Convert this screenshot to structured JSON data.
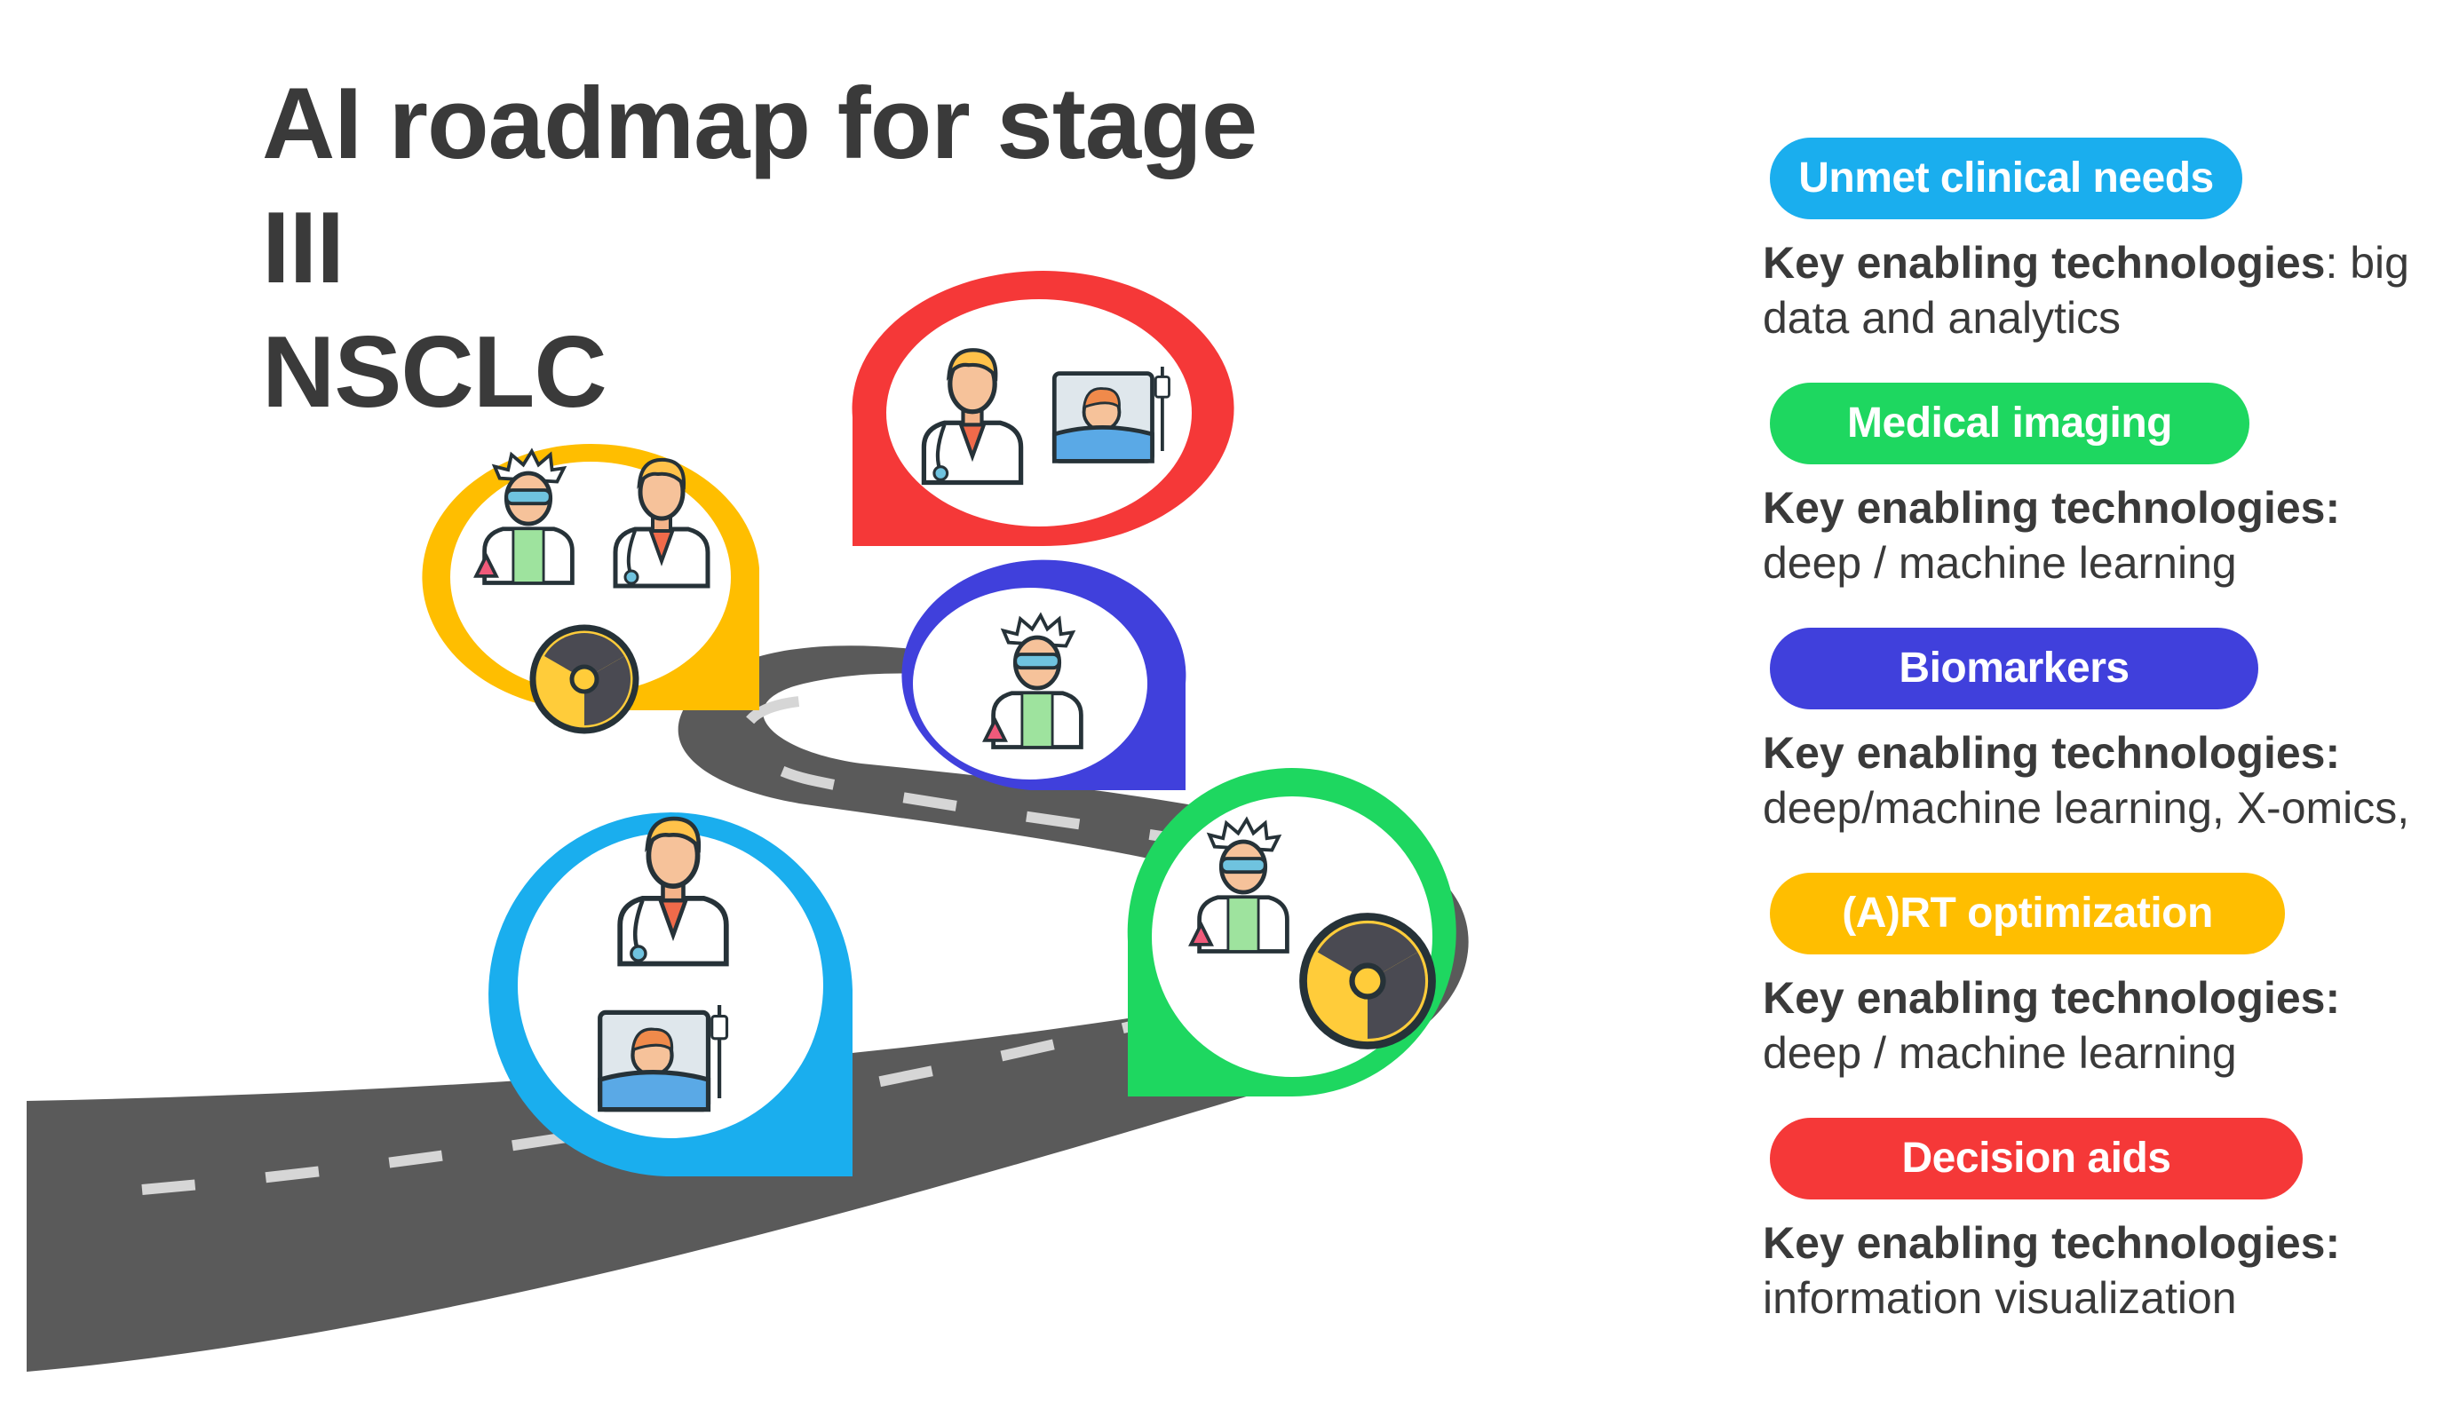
{
  "title": {
    "line1": "AI roadmap for stage III",
    "line2": "NSCLC"
  },
  "colors": {
    "unmet": "#1aaeee",
    "imaging": "#1ed760",
    "biomarkers": "#4040dc",
    "art": "#ffbe00",
    "decision": "#f53838",
    "road": "#5a5a5a",
    "text": "#3a3a3a"
  },
  "scene_icons": [
    "doctor-icon",
    "patient-in-bed-icon",
    "scientist-icon",
    "radiation-icon"
  ],
  "legend": [
    {
      "id": "unmet",
      "label": "Unmet clinical needs",
      "key_label": "Key enabling technologies",
      "sep": ":",
      "line1_rest": " big",
      "line2": "data and analytics"
    },
    {
      "id": "imaging",
      "label": "Medical imaging",
      "key_label": "Key enabling technologies",
      "sep": ":",
      "line1_rest": "",
      "line2": "deep / machine learning"
    },
    {
      "id": "biomarkers",
      "label": "Biomarkers",
      "key_label": "Key enabling technologies",
      "sep": ":",
      "line1_rest": "",
      "line2": "deep/machine learning, X-omics,"
    },
    {
      "id": "art",
      "label": "(A)RT optimization",
      "key_label": "Key enabling technologies",
      "sep": ":",
      "line1_rest": "",
      "line2": "deep / machine learning"
    },
    {
      "id": "decision",
      "label": "Decision aids",
      "key_label": "Key enabling technologies",
      "sep": ":",
      "line1_rest": "",
      "line2": "information visualization"
    }
  ]
}
